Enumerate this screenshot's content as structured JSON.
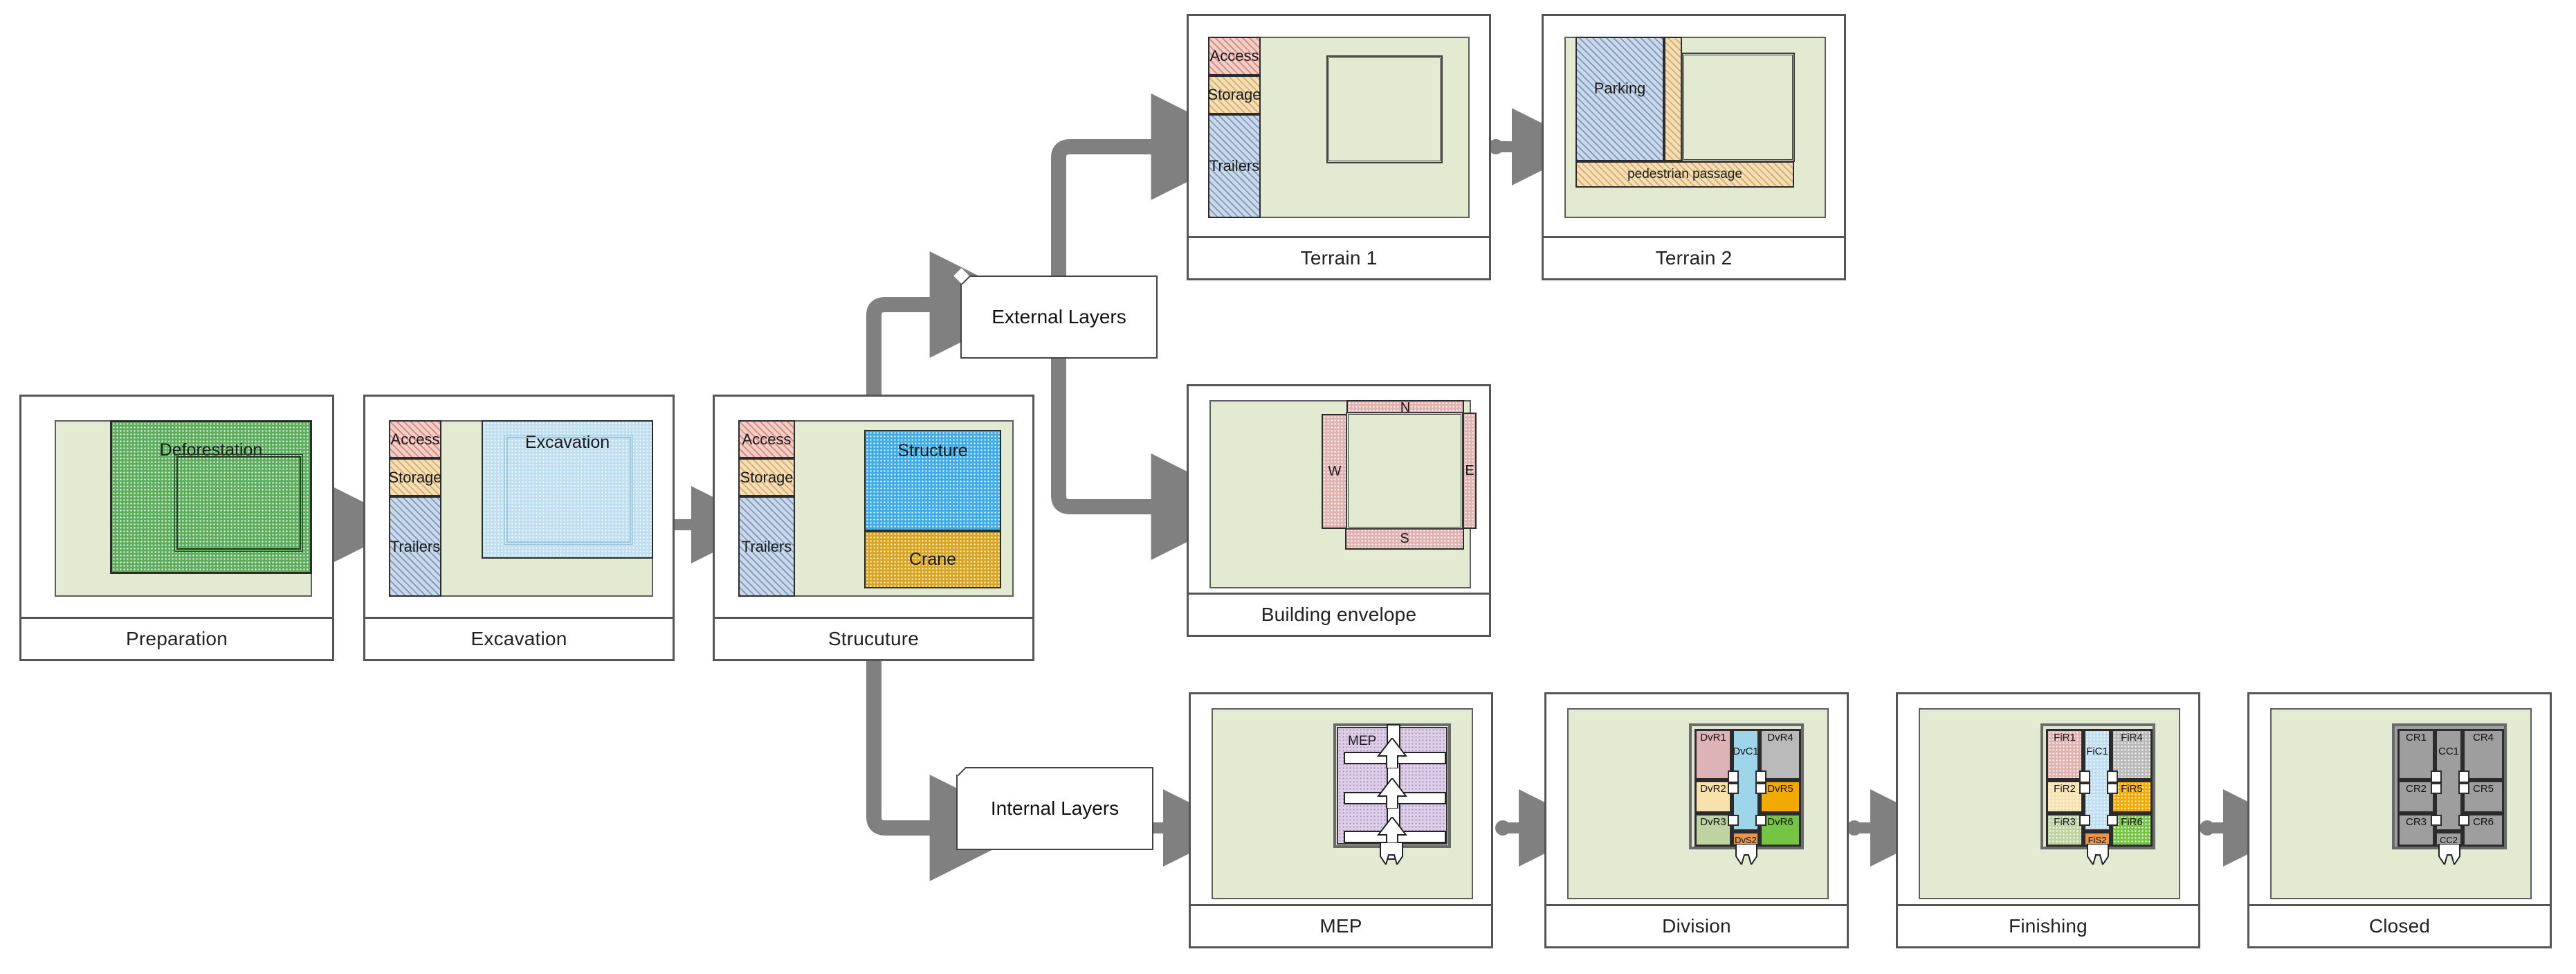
{
  "diagram": {
    "title": "Construction site phase diagram",
    "process_boxes": [
      {
        "id": "external",
        "label": "External Layers"
      },
      {
        "id": "internal",
        "label": "Internal Layers"
      }
    ],
    "colors": {
      "site_green": "#e3ead2",
      "access_red": "#f2cfc8",
      "storage_orange": "#f3dfba",
      "trailers_blue": "#ccd9e8",
      "excavation_lblue": "#bfdff0",
      "structure_blue": "#3cabe8",
      "crane_gold": "#d8a521",
      "deforestation_green": "#5cae5c",
      "envelope_pink": "#e0b3b0",
      "mep_purple": "#ded0e8",
      "arrow_gray": "#808080",
      "panel_border": "#555555"
    }
  },
  "stages": {
    "preparation": {
      "caption": "Preparation",
      "areas": [
        {
          "id": "deforestation",
          "label": "Deforestation"
        }
      ]
    },
    "excavation": {
      "caption": "Excavation",
      "areas": [
        {
          "id": "access",
          "label": "Access"
        },
        {
          "id": "storage",
          "label": "Storage"
        },
        {
          "id": "trailers",
          "label": "Trailers"
        },
        {
          "id": "excavation",
          "label": "Excavation"
        }
      ]
    },
    "structure": {
      "caption": "Strucuture",
      "areas": [
        {
          "id": "access",
          "label": "Access"
        },
        {
          "id": "storage",
          "label": "Storage"
        },
        {
          "id": "trailers",
          "label": "Trailers"
        },
        {
          "id": "structure",
          "label": "Structure"
        },
        {
          "id": "crane",
          "label": "Crane"
        }
      ]
    },
    "terrain1": {
      "caption": "Terrain 1",
      "areas": [
        {
          "id": "access",
          "label": "Access"
        },
        {
          "id": "storage",
          "label": "Storage"
        },
        {
          "id": "trailers",
          "label": "Trailers"
        }
      ]
    },
    "terrain2": {
      "caption": "Terrain 2",
      "areas": [
        {
          "id": "parking",
          "label": "Parking"
        },
        {
          "id": "pedestrian",
          "label": "pedestrian passage"
        }
      ]
    },
    "building_envelope": {
      "caption": "Building envelope",
      "areas": [
        {
          "id": "n",
          "label": "N"
        },
        {
          "id": "w",
          "label": "W"
        },
        {
          "id": "e",
          "label": "E"
        },
        {
          "id": "s",
          "label": "S"
        }
      ]
    },
    "mep": {
      "caption": "MEP",
      "areas": [
        {
          "id": "mep",
          "label": "MEP"
        }
      ]
    },
    "division": {
      "caption": "Division",
      "rooms": [
        {
          "id": "DvR1",
          "label": "DvR1"
        },
        {
          "id": "DvR2",
          "label": "DvR2"
        },
        {
          "id": "DvR3",
          "label": "DvR3"
        },
        {
          "id": "DvR4",
          "label": "DvR4"
        },
        {
          "id": "DvR5",
          "label": "DvR5"
        },
        {
          "id": "DvR6",
          "label": "DvR6"
        },
        {
          "id": "DvC1",
          "label": "DvC1"
        },
        {
          "id": "DvS2",
          "label": "DvS2"
        }
      ]
    },
    "finishing": {
      "caption": "Finishing",
      "rooms": [
        {
          "id": "FiR1",
          "label": "FiR1"
        },
        {
          "id": "FiR2",
          "label": "FiR2"
        },
        {
          "id": "FiR3",
          "label": "FiR3"
        },
        {
          "id": "FiR4",
          "label": "FiR4"
        },
        {
          "id": "FiR5",
          "label": "FiR5"
        },
        {
          "id": "FiR6",
          "label": "FiR6"
        },
        {
          "id": "FiC1",
          "label": "FiC1"
        },
        {
          "id": "FiS2",
          "label": "FiS2"
        }
      ]
    },
    "closed": {
      "caption": "Closed",
      "rooms": [
        {
          "id": "CR1",
          "label": "CR1"
        },
        {
          "id": "CR2",
          "label": "CR2"
        },
        {
          "id": "CR3",
          "label": "CR3"
        },
        {
          "id": "CR4",
          "label": "CR4"
        },
        {
          "id": "CR5",
          "label": "CR5"
        },
        {
          "id": "CR6",
          "label": "CR6"
        },
        {
          "id": "CC1",
          "label": "CC1"
        },
        {
          "id": "CC2",
          "label": "CC2"
        }
      ]
    }
  },
  "flows": [
    {
      "from": "Preparation",
      "to": "Excavation"
    },
    {
      "from": "Excavation",
      "to": "Strucuture"
    },
    {
      "from": "Strucuture",
      "to": "External Layers"
    },
    {
      "from": "Strucuture",
      "to": "Internal Layers"
    },
    {
      "from": "External Layers",
      "to": "Terrain 1"
    },
    {
      "from": "External Layers",
      "to": "Building envelope"
    },
    {
      "from": "Terrain 1",
      "to": "Terrain 2"
    },
    {
      "from": "Internal Layers",
      "to": "MEP"
    },
    {
      "from": "MEP",
      "to": "Division"
    },
    {
      "from": "Division",
      "to": "Finishing"
    },
    {
      "from": "Finishing",
      "to": "Closed"
    }
  ]
}
